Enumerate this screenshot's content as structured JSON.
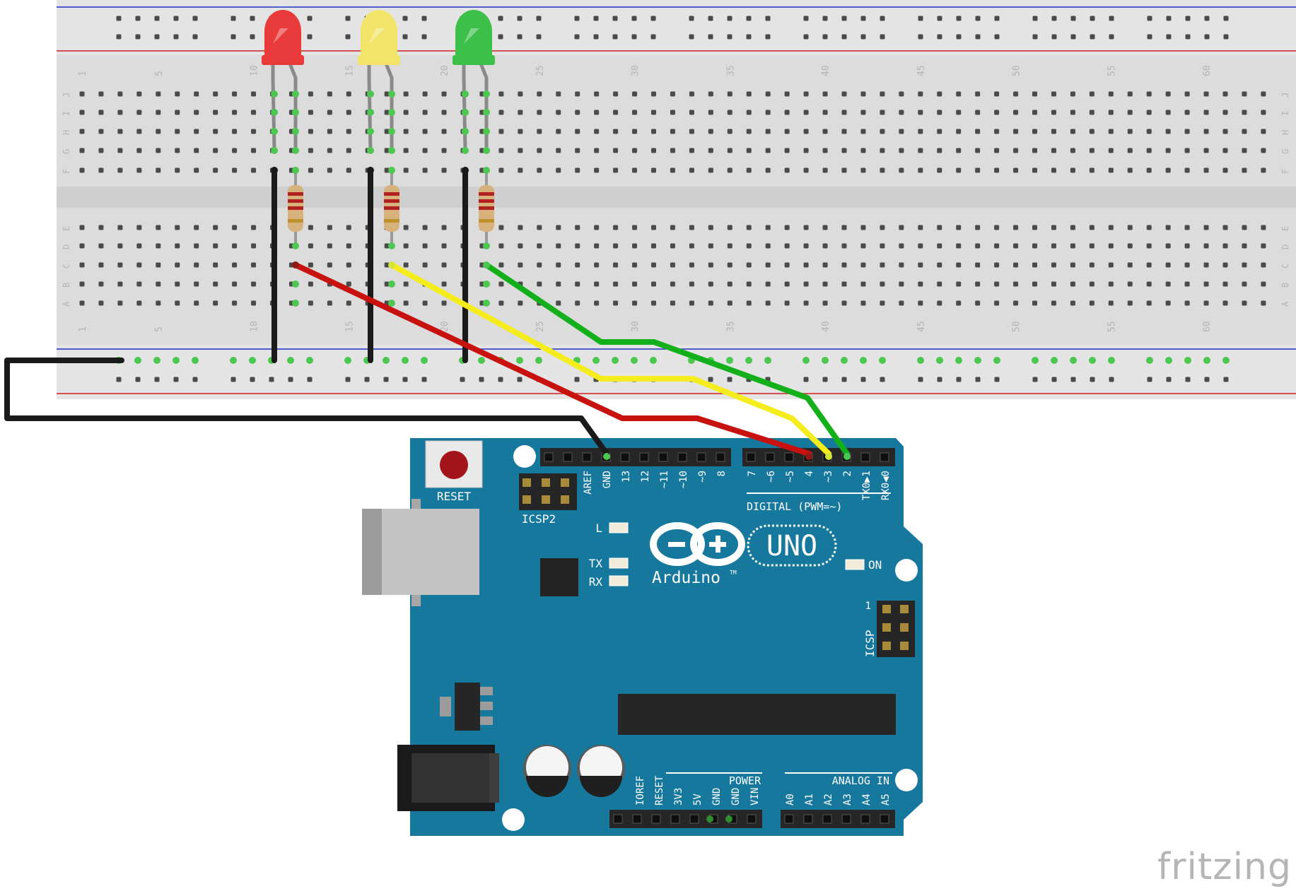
{
  "breadboard": {
    "row_letters_top": [
      "J",
      "I",
      "H",
      "G",
      "F"
    ],
    "row_letters_bottom": [
      "E",
      "D",
      "C",
      "B",
      "A"
    ],
    "column_numbers": [
      "1",
      "5",
      "10",
      "15",
      "20",
      "25",
      "30",
      "35",
      "40",
      "45",
      "50",
      "55",
      "60"
    ]
  },
  "leds": [
    {
      "name": "red-led",
      "color": "#e83a3a"
    },
    {
      "name": "yellow-led",
      "color": "#f2e36a"
    },
    {
      "name": "green-led",
      "color": "#3cc04a"
    }
  ],
  "wires": {
    "red": "#c8120f",
    "yellow": "#f4ec1c",
    "green": "#14b01c",
    "black": "#1a1a1a"
  },
  "arduino": {
    "board_color": "#17789e",
    "reset_label": "RESET",
    "icsp2_label": "ICSP2",
    "icsp_label": "ICSP",
    "icsp_pin1": "1",
    "led_labels": {
      "l": "L",
      "tx": "TX",
      "rx": "RX",
      "on": "ON"
    },
    "logo_text": "Arduino",
    "logo_tm": "TM",
    "model": "UNO",
    "digital_label": "DIGITAL (PWM=~)",
    "digital_pins_left": [
      "AREF",
      "GND",
      "13",
      "12",
      "~11",
      "~10",
      "~9",
      "8"
    ],
    "digital_pins_right": [
      "7",
      "~6",
      "~5",
      "4",
      "~3",
      "2",
      "TX0▶1",
      "RX0◀0"
    ],
    "power_label": "POWER",
    "power_pins": [
      "IOREF",
      "RESET",
      "3V3",
      "5V",
      "GND",
      "GND",
      "VIN"
    ],
    "analog_label": "ANALOG IN",
    "analog_pins": [
      "A0",
      "A1",
      "A2",
      "A3",
      "A4",
      "A5"
    ]
  },
  "watermark": "fritzing"
}
